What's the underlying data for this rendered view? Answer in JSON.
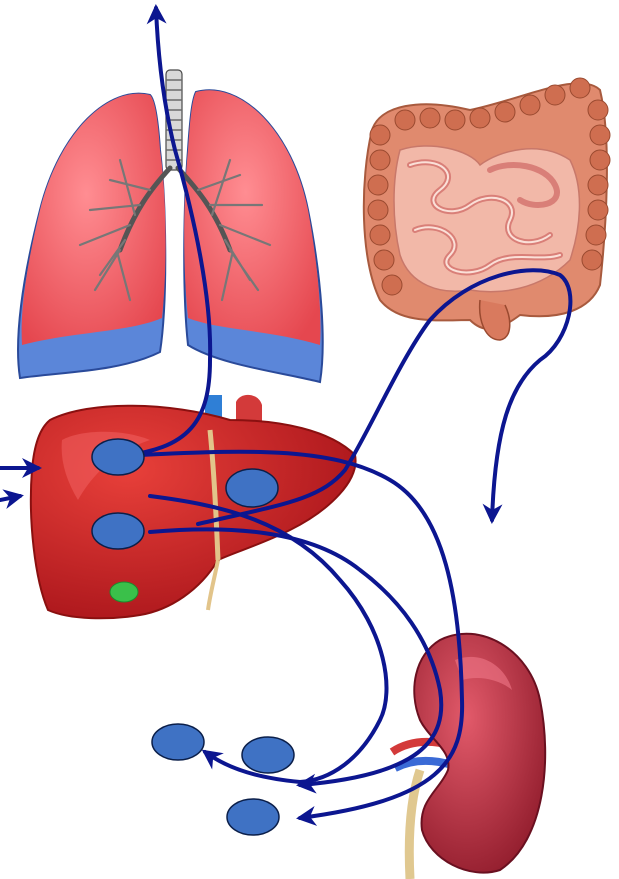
{
  "diagram": {
    "organs": [
      {
        "name": "lungs",
        "icon": "lungs-icon"
      },
      {
        "name": "intestines",
        "icon": "intestines-icon"
      },
      {
        "name": "liver",
        "icon": "liver-icon"
      },
      {
        "name": "kidney",
        "icon": "kidney-icon"
      }
    ],
    "node_count": 7,
    "colors": {
      "node_fill": "#3f72c4",
      "node_stroke": "#0b1f4a",
      "arrow": "#0c1690",
      "lung": "#f06a6f",
      "lung_base": "#5b86d9",
      "liver": "#cc2020",
      "kidney": "#b8283a",
      "intestine": "#e8907a"
    }
  }
}
